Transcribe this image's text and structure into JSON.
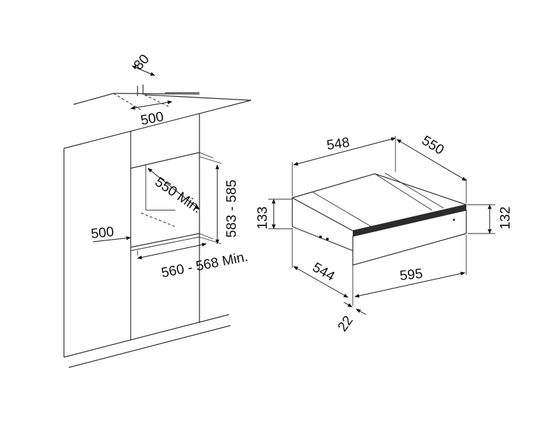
{
  "labels": {
    "cutout_top_depth": "80",
    "cutout_top_width": "500",
    "niche_depth": "550 Min.",
    "niche_height": "583 - 585",
    "niche_side_width": "500",
    "niche_width": "560 - 568 Min.",
    "unit_width": "548",
    "unit_depth": "550",
    "unit_body_height": "133",
    "unit_front_height": "132",
    "unit_body_depth": "544",
    "unit_front_width": "595",
    "front_thickness": "22"
  }
}
